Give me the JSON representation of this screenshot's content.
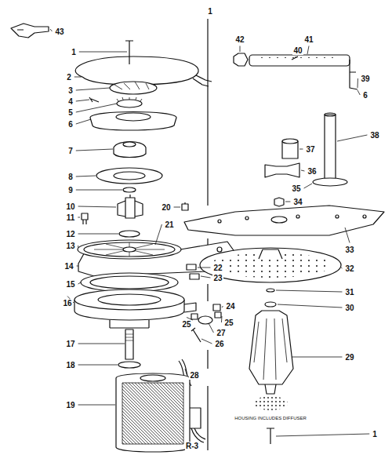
{
  "diagram": {
    "labels": [
      "1",
      "43",
      "42",
      "41",
      "40",
      "39",
      "6",
      "1",
      "2",
      "38",
      "3",
      "4",
      "5",
      "6",
      "37",
      "7",
      "36",
      "8",
      "35",
      "9",
      "34",
      "10",
      "20",
      "11",
      "21",
      "12",
      "13",
      "33",
      "14",
      "32",
      "22",
      "23",
      "15",
      "31",
      "24",
      "30",
      "16",
      "25",
      "25",
      "27",
      "26",
      "17",
      "29",
      "18",
      "28",
      "19",
      "HOUSING INCLUDES DIFFUSER",
      "1",
      "R-3"
    ]
  }
}
